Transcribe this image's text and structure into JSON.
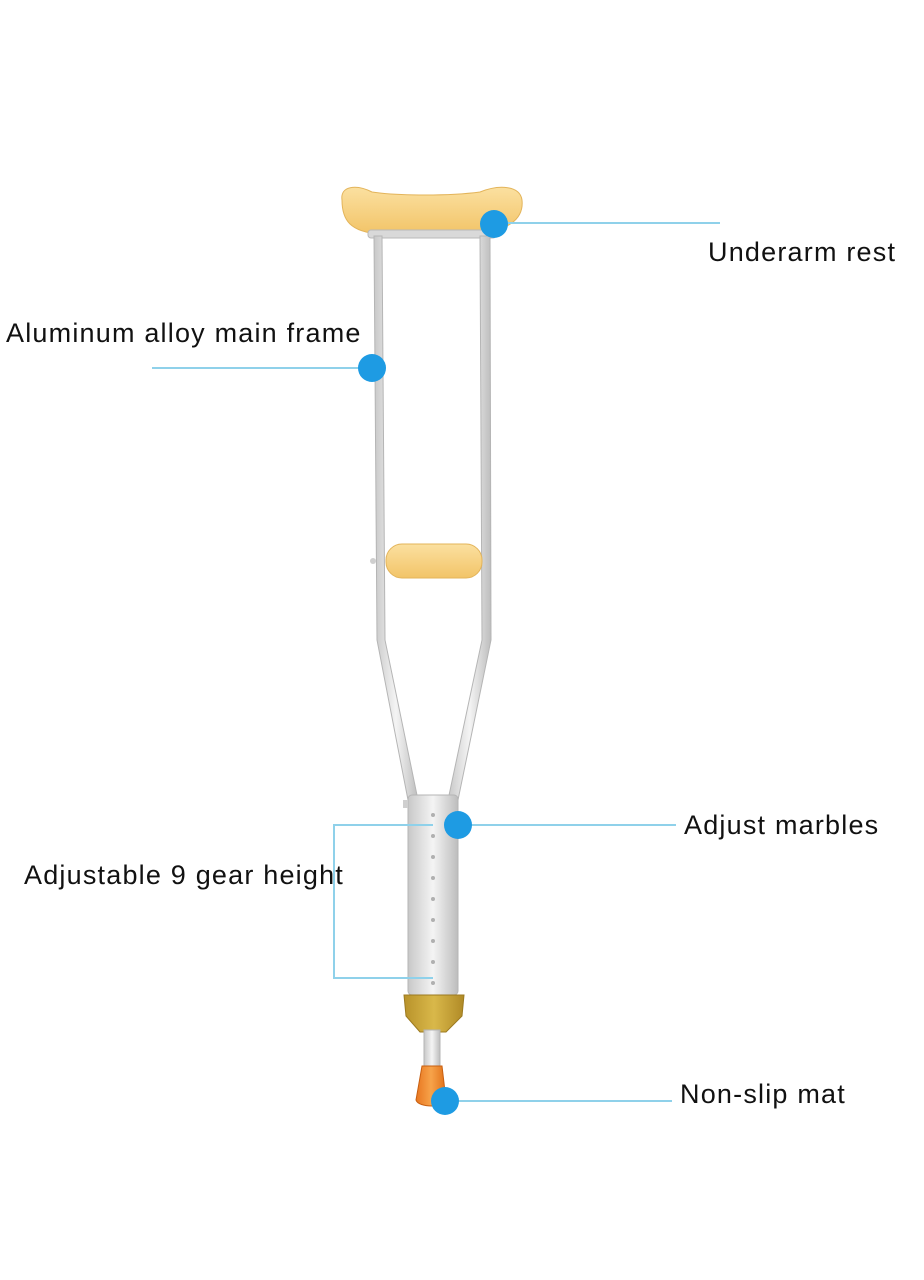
{
  "labels": {
    "underarm_rest": "Underarm rest",
    "main_frame": "Aluminum alloy main frame",
    "adjust_marbles": "Adjust marbles",
    "gear_height": "Adjustable 9 gear height",
    "non_slip_mat": "Non-slip mat"
  },
  "colors": {
    "callout_dot": "#1e9be3",
    "callout_line": "#8fd1ea",
    "pad": "#f6cf7c",
    "frame": "#d6d6d6",
    "collar": "#c9a534",
    "tip": "#ef8a2a",
    "text": "#111111"
  }
}
